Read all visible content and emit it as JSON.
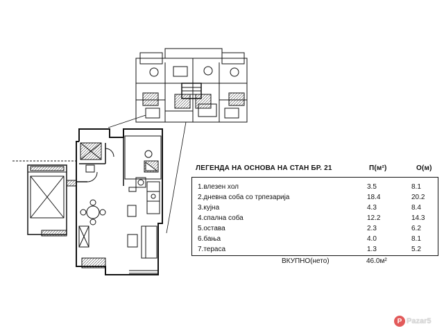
{
  "legend": {
    "title": "ЛЕГЕНДА НА ОСНОВА НА СТАН БР.  21",
    "col_area": "П(м²)",
    "col_perimeter": "О(м)",
    "rooms": [
      {
        "name": "1.влезен хол",
        "area": "3.5",
        "perimeter": "8.1"
      },
      {
        "name": "2.дневна соба со трпезарија",
        "area": "18.4",
        "perimeter": "20.2"
      },
      {
        "name": "3.кујна",
        "area": "4.3",
        "perimeter": "8.4"
      },
      {
        "name": "4.спална соба",
        "area": "12.2",
        "perimeter": "14.3"
      },
      {
        "name": "5.остава",
        "area": "2.3",
        "perimeter": "6.2"
      },
      {
        "name": "6.бања",
        "area": "4.0",
        "perimeter": "8.1"
      },
      {
        "name": "7.тераса",
        "area": "1.3",
        "perimeter": "5.2"
      }
    ],
    "total_label": "ВКУПНО(нето)",
    "total_value": "46.0м²"
  },
  "watermark": {
    "badge": "P",
    "text": "Pazar5"
  },
  "colors": {
    "line": "#111111",
    "hatch": "#444444",
    "watermark_red": "#e25a5a"
  }
}
